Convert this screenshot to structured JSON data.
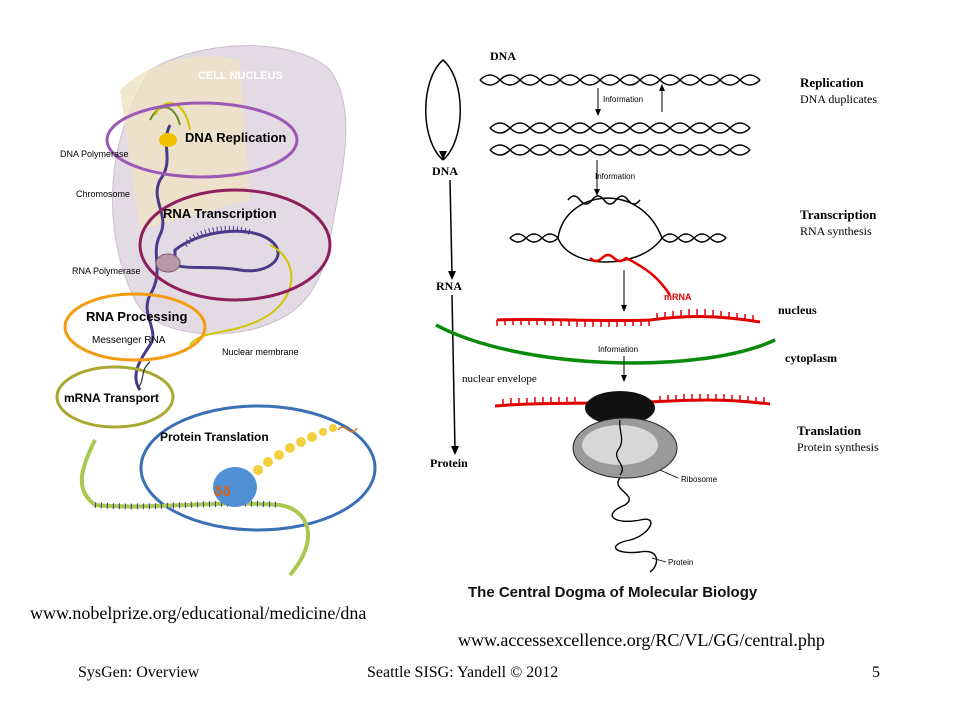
{
  "left_figure": {
    "title": "CELL NUCLEUS",
    "stages": [
      "DNA Replication",
      "RNA Transcription",
      "RNA Processing",
      "mRNA Transport",
      "Protein Translation"
    ],
    "labels": {
      "dna_polymerase": "DNA Polymerase",
      "chromosome": "Chromosome",
      "rna_polymerase": "RNA Polymerase",
      "messenger_rna": "Messenger RNA",
      "nuclear_membrane": "Nuclear membrane"
    },
    "colors": {
      "replication": "#9b59b6",
      "transcription": "#8e1f5e",
      "processing": "#f39c12",
      "transport": "#a8a832",
      "translation": "#3b6fb6"
    }
  },
  "right_figure": {
    "labels": {
      "dna_top": "DNA",
      "dna_side": "DNA",
      "rna_side": "RNA",
      "protein_side": "Protein",
      "information_1": "Information",
      "information_2": "Information",
      "information_3": "Information",
      "mrna": "mRNA",
      "nucleus": "nucleus",
      "cytoplasm": "cytoplasm",
      "nuclear_envelope": "nuclear envelope",
      "ribosome": "Ribosome",
      "protein_chain": "Protein"
    },
    "steps": [
      {
        "name": "Replication",
        "desc": "DNA duplicates"
      },
      {
        "name": "Transcription",
        "desc": "RNA synthesis"
      },
      {
        "name": "Translation",
        "desc": "Protein synthesis"
      }
    ],
    "caption": "The Central Dogma of Molecular Biology",
    "colors": {
      "mrna": "#e00000",
      "envelope": "#0a8a0a"
    }
  },
  "urls": {
    "left": "www.nobelprize.org/educational/medicine/dna",
    "right": "www.accessexcellence.org/RC/VL/GG/central.php"
  },
  "footer": {
    "left": "SysGen: Overview",
    "center": "Seattle SISG: Yandell © 2012",
    "page": "5"
  }
}
